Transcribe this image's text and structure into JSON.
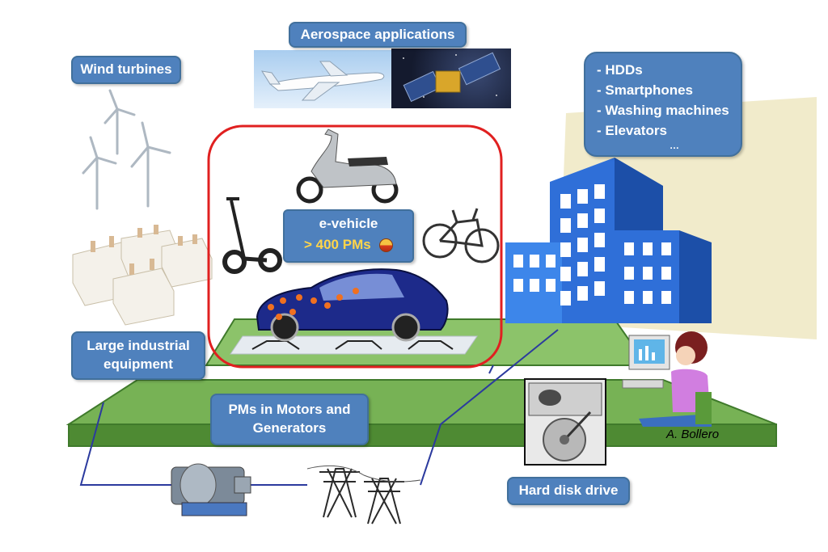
{
  "labels": {
    "aerospace": "Aerospace applications",
    "wind": "Wind turbines",
    "industrial": "Large industrial equipment",
    "pms_motors": "PMs in Motors and Generators",
    "hdd": "Hard disk drive"
  },
  "devices_list": [
    "- HDDs",
    "- Smartphones",
    "- Washing machines",
    "- Elevators",
    "…"
  ],
  "ev": {
    "title": "e-vehicle",
    "pm_count": "> 400 PMs"
  },
  "author": "A. Bollero",
  "colors": {
    "label_fill": "#4f81bd",
    "label_border": "#41709c",
    "ground_green": "#77b255",
    "ev_frame_red": "#e02020",
    "building_blue": "#2f6fd8",
    "power_line": "#2b3a9e"
  },
  "icons": [
    "airplane-icon",
    "satellite-icon",
    "wind-turbine-icon",
    "factory-icon",
    "scooter-icon",
    "kick-scooter-icon",
    "e-bike-icon",
    "electric-car-icon",
    "buildings-icon",
    "computer-user-icon",
    "hard-disk-icon",
    "generator-icon",
    "power-pylon-icon",
    "magnet-ball-icon"
  ]
}
